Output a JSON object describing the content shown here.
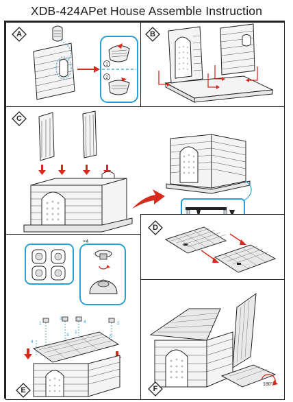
{
  "document": {
    "title": "XDB-424APet House Assemble Instruction"
  },
  "steps": [
    {
      "id": "A",
      "label": "A"
    },
    {
      "id": "B",
      "label": "B"
    },
    {
      "id": "C",
      "label": "C"
    },
    {
      "id": "D",
      "label": "D"
    },
    {
      "id": "E",
      "label": "E"
    },
    {
      "id": "F",
      "label": "F"
    }
  ],
  "callouts": {
    "a_detail_1": "1",
    "a_detail_2": "2",
    "e_multiplier": "×4",
    "e_pin_1": "1",
    "e_pin_2": "2",
    "e_pin_3": "3",
    "e_pin_4": "4",
    "e_clip_1": "1",
    "e_clip_2": "2",
    "e_clip_3": "3",
    "e_clip_4": "4",
    "f_rotate": "180°"
  },
  "colors": {
    "line": "#222222",
    "accent_blue": "#2a9fd6",
    "arrow_red": "#d62a1e",
    "panel_fill": "#f4f4f4",
    "roof_fill": "#e9e9e9"
  }
}
